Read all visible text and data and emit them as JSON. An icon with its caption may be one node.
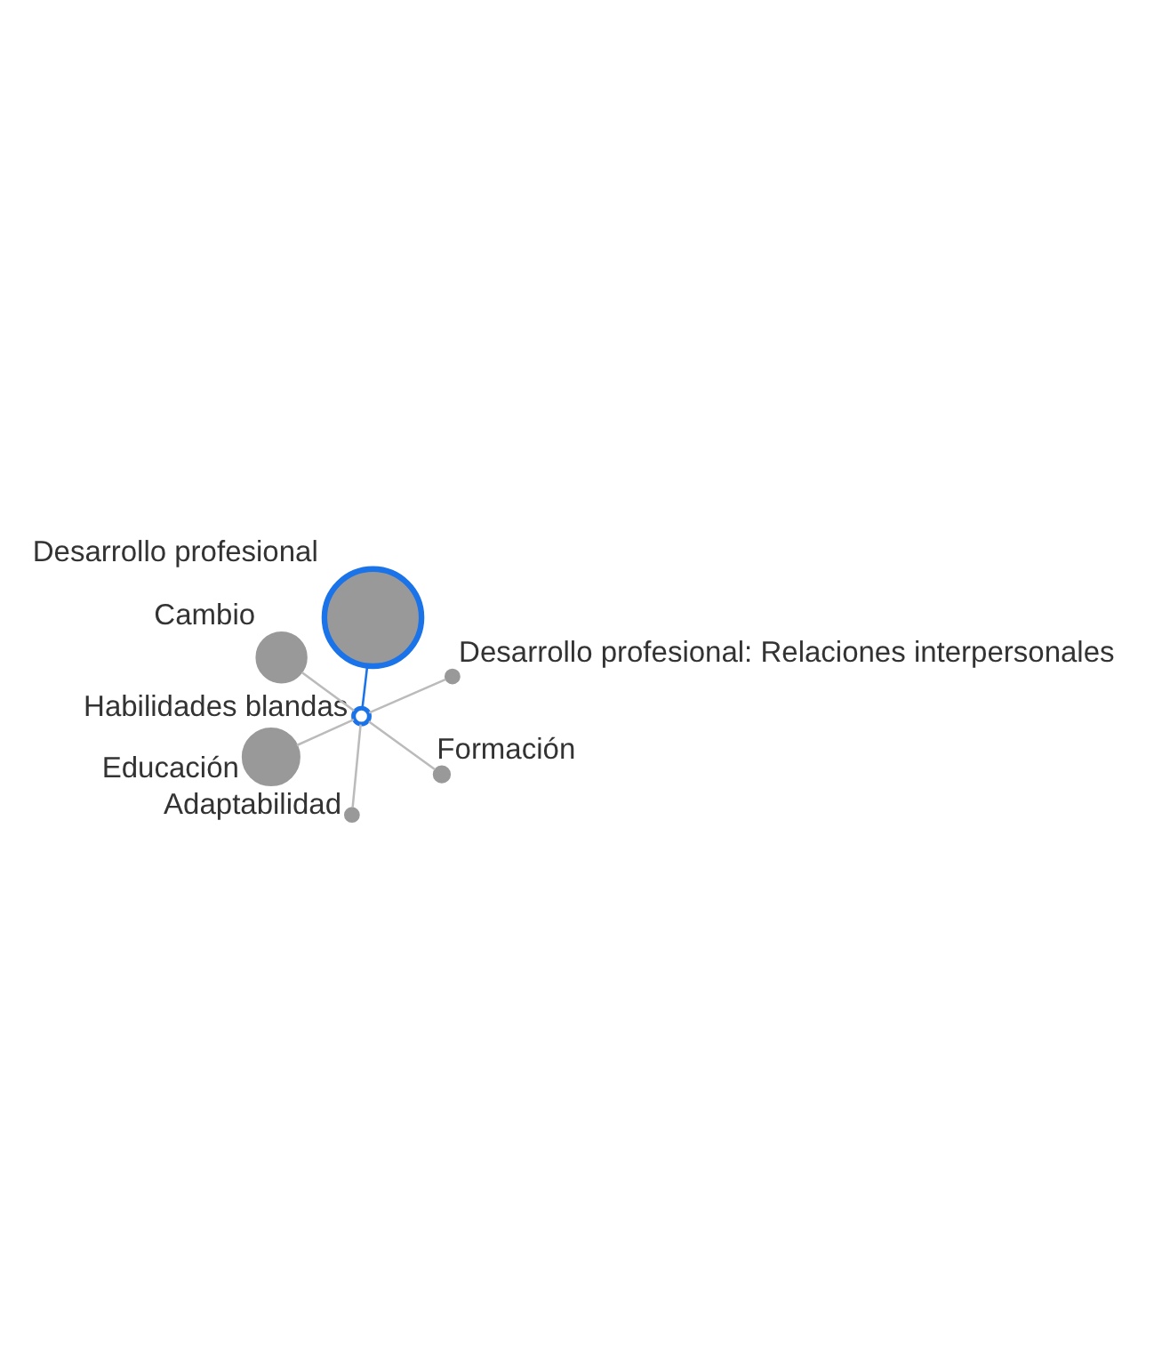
{
  "diagram": {
    "nodes": [
      {
        "text": [
          "Desarrollo profesional"
        ]
      },
      {
        "text": [
          "Adaptabilidad"
        ]
      },
      {
        "text": [
          "Formación"
        ]
      },
      {
        "text": [
          "Habilidades blandas"
        ]
      },
      {
        "text": [
          "Cambio"
        ]
      },
      {
        "text": [
          "Educación"
        ]
      },
      {
        "text": [
          "Desarrollo profesional: Relaciones interpersonales"
        ]
      }
    ],
    "edges": [
      {
        "from": 3,
        "to": 0,
        "arrow": "none",
        "color": "#1a73e8"
      },
      {
        "from": 3,
        "to": 1,
        "arrow": "none"
      },
      {
        "from": 3,
        "to": 2,
        "arrow": "none"
      },
      {
        "from": 3,
        "to": 4,
        "arrow": "none"
      },
      {
        "from": 3,
        "to": 5,
        "arrow": "none"
      },
      {
        "from": 3,
        "to": 6,
        "arrow": "none"
      }
    ]
  }
}
